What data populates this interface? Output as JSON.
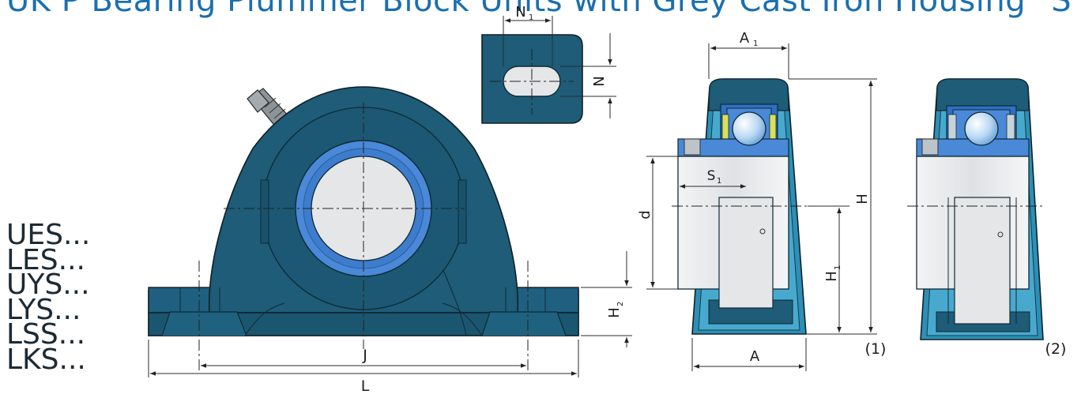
{
  "title": "UK P Bearing Plummer Block Units with Grey Cast Iron Housing \"S\"",
  "series": [
    "UES...",
    "LES...",
    "UYS...",
    "LYS...",
    "LSS...",
    "LKS..."
  ],
  "dimension_labels": {
    "N1": "N",
    "N1_sub": "1",
    "N": "N",
    "A1": "A",
    "A1_sub": "1",
    "H": "H",
    "d": "d",
    "S1": "S",
    "S1_sub": "1",
    "H1": "H",
    "H1_sub": "1",
    "H2": "H",
    "H2_sub": "2",
    "J": "J",
    "L": "L",
    "A": "A"
  },
  "view_labels": {
    "view1": "(1)",
    "view2": "(2)"
  },
  "colors": {
    "housing": "#1e5c78",
    "housing_dark": "#174c64",
    "bearing_ring": "#4a88d8",
    "bearing_ring_dark": "#2f6fc4",
    "insert": "#e4e6e8",
    "ball": "#cfe3f6",
    "title": "#1a6fb0",
    "side_housing": "#2d8fb5",
    "side_housing_light": "#48a9cf",
    "seal": "#d8e05a"
  }
}
